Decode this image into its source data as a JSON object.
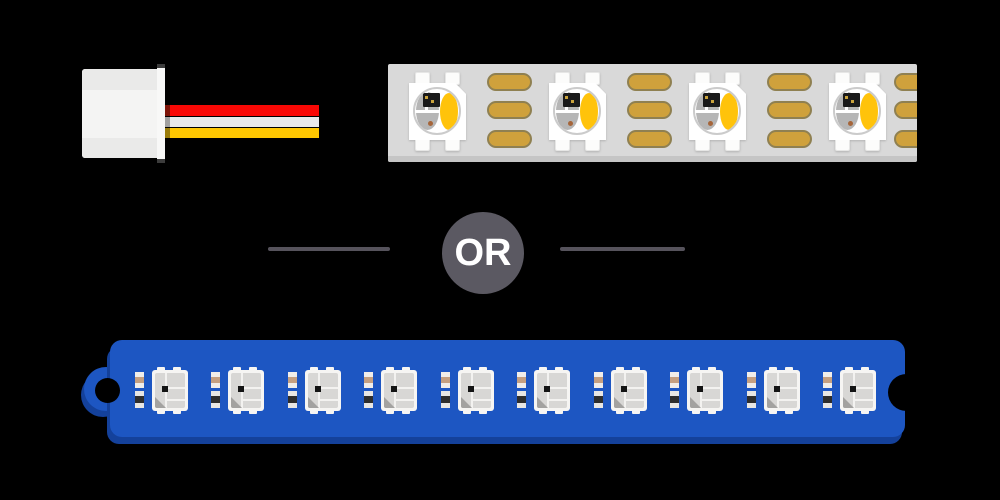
{
  "divider": {
    "label": "OR"
  },
  "connector": {
    "wire_count": 3,
    "wire_colors": [
      "red",
      "white",
      "yellow"
    ]
  },
  "white_strip": {
    "name": "white-led-strip",
    "led_count": 4,
    "pad_column_count": 4,
    "pads_per_column": 3
  },
  "blue_strip": {
    "name": "blue-grove-led-strip",
    "led_count": 10,
    "resistors_per_led": 2,
    "mounting_hole_side": "left",
    "notch_side": "right"
  },
  "colors": {
    "background": "#000000",
    "wire_red": "#f90805",
    "wire_white": "#e9e9e9",
    "wire_yellow": "#ffc701",
    "connector_body": "#f4f4f3",
    "connector_band": "#eaeae9",
    "strip_background": "#d9d9d9",
    "strip_edge": "#c5c5c5",
    "pad_gold": "#cfa13c",
    "pad_border": "#8f8051",
    "led_phosphor": "#ffc30b",
    "led_silver": "#b6b6b6",
    "led_chip": "#1a1a1a",
    "pcb_blue": "#1d56c2",
    "pcb_blue_shadow": "#14419b",
    "resistor_band_tan": "#c5a081",
    "resistor_band_black": "#2d2d2d",
    "smd_body": "#f6f5f3",
    "smd_inner": "#d8d7d5",
    "or_circle": "#5b5962",
    "or_text": "#ffffff",
    "dash": "#56535c"
  }
}
